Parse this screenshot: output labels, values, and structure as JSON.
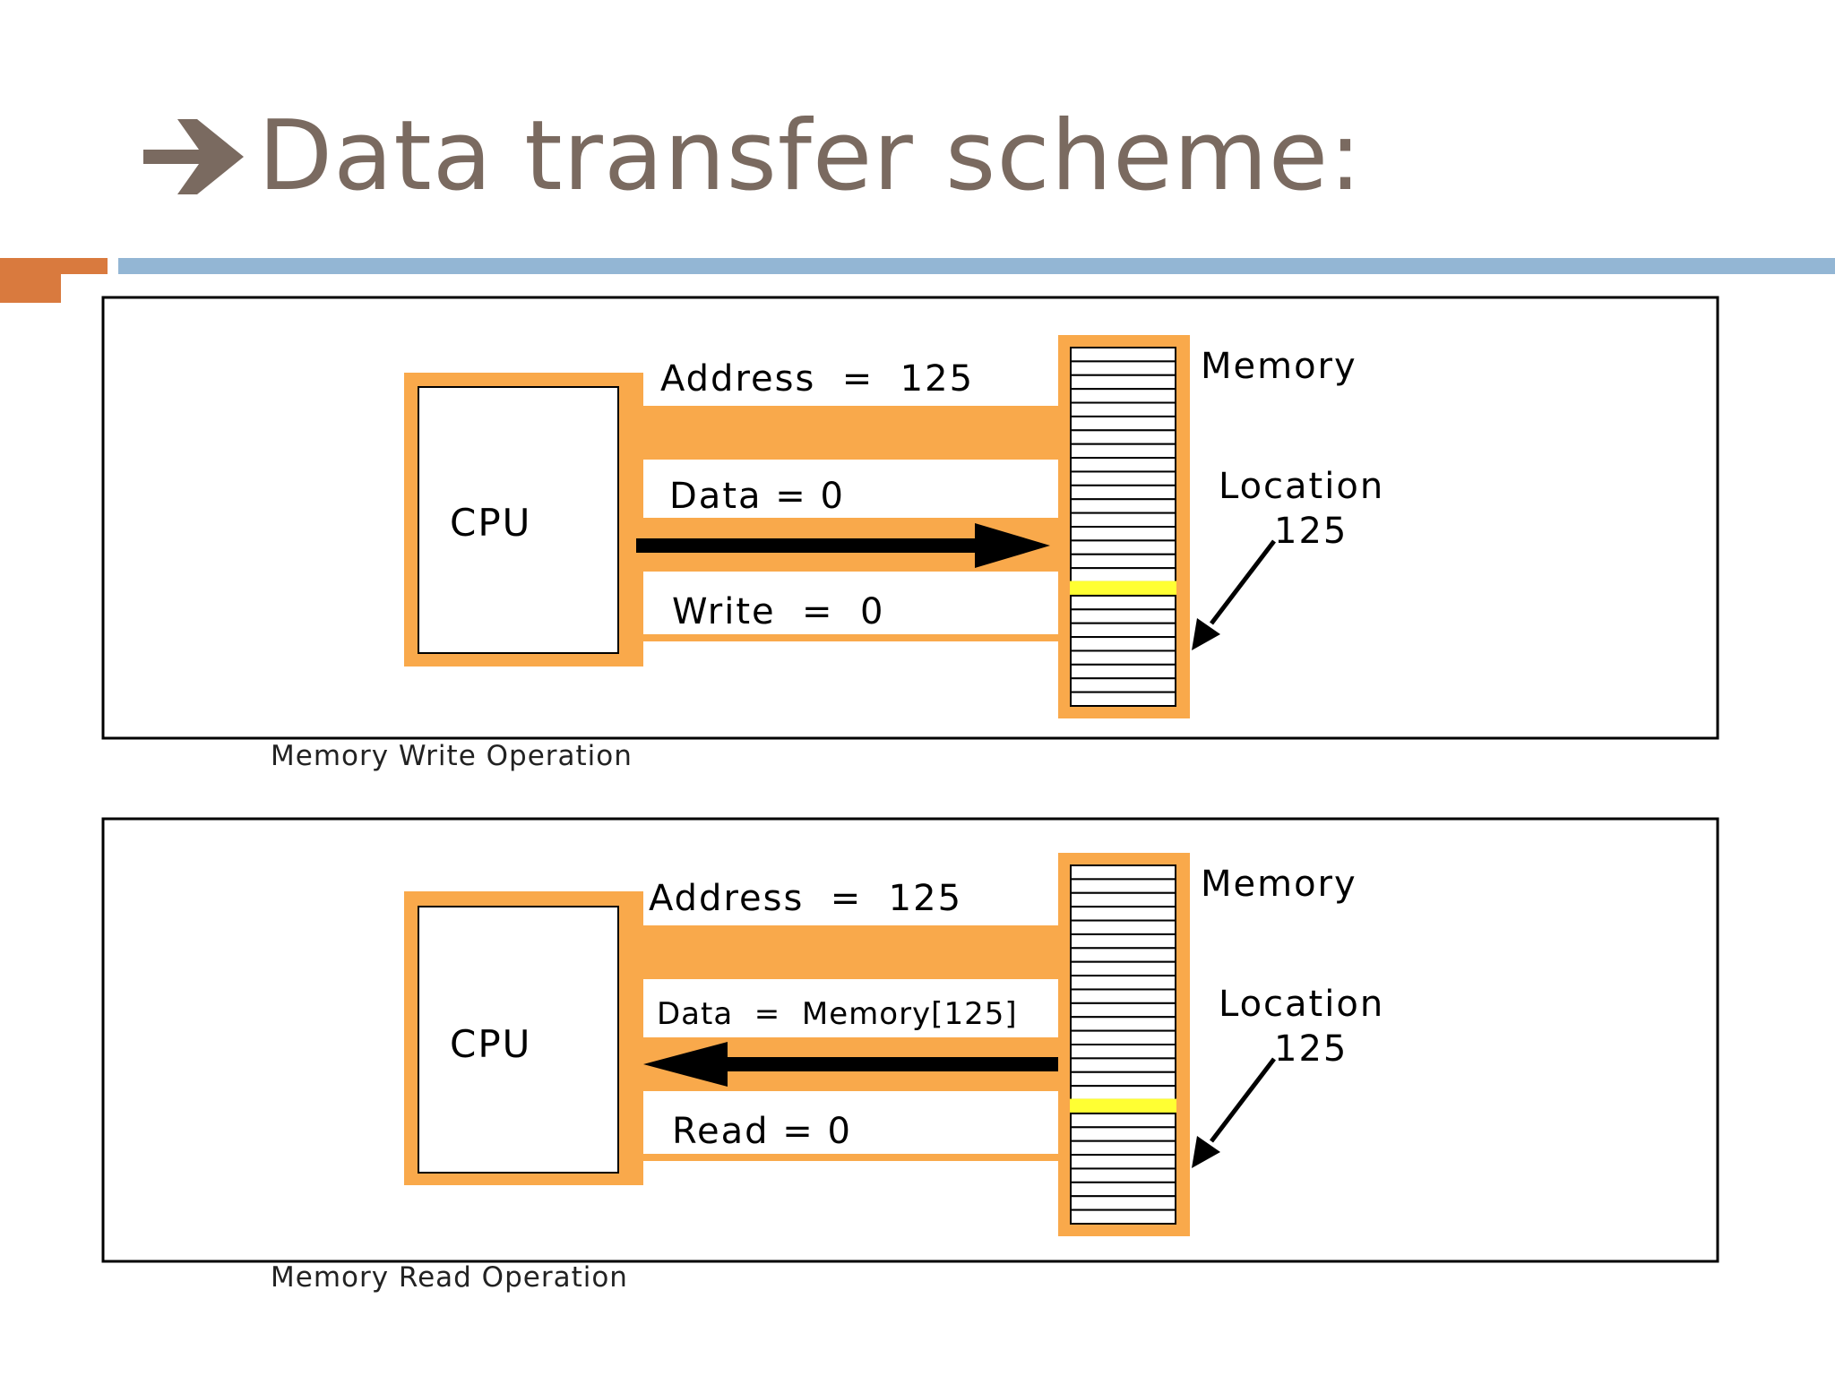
{
  "slide": {
    "title": "Data transfer scheme:",
    "title_color": "#7a6a60",
    "accent_orange": "#d97a3e",
    "accent_blue": "#93b6d4"
  },
  "diagrams": [
    {
      "id": "write",
      "cpu_label": "CPU",
      "address_label": "Address  =  125",
      "data_label": "Data = 0",
      "control_label": "Write  =  0",
      "memory_label": "Memory",
      "location_label": "Location",
      "location_number": "125",
      "direction": "to-memory",
      "caption": "Memory Write Operation"
    },
    {
      "id": "read",
      "cpu_label": "CPU",
      "address_label": "Address  =  125",
      "data_label": "Data  =  Memory[125]",
      "control_label": "Read = 0",
      "memory_label": "Memory",
      "location_label": "Location",
      "location_number": "125",
      "direction": "to-cpu",
      "caption": "Memory Read Operation"
    }
  ],
  "colors": {
    "bus_orange": "#f9a94b",
    "highlight_yellow": "#ffff33"
  }
}
